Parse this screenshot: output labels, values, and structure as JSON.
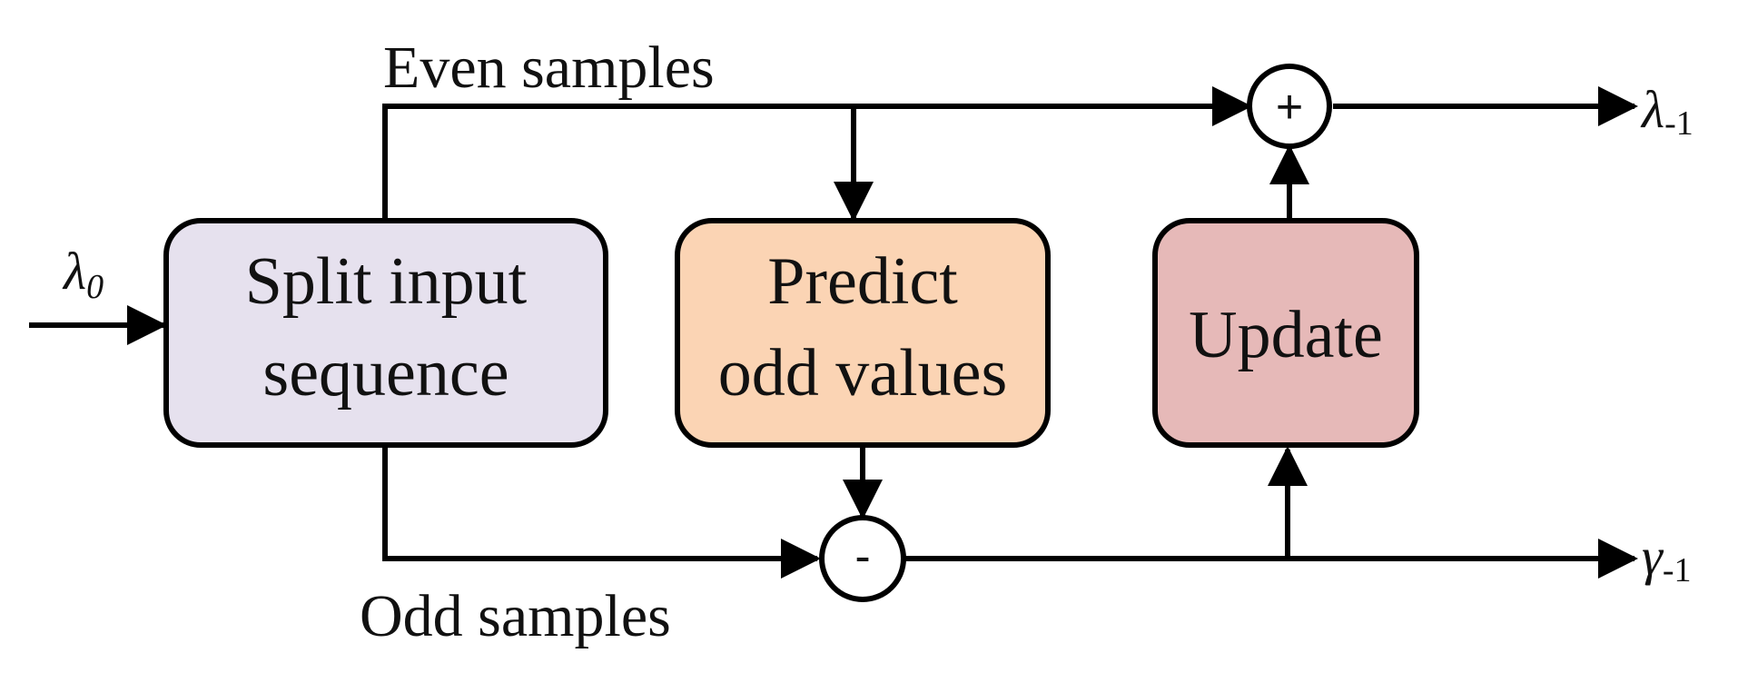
{
  "labels": {
    "even_samples": "Even samples",
    "odd_samples": "Odd samples"
  },
  "blocks": {
    "split": {
      "line1": "Split input",
      "line2": "sequence",
      "color": "#e6e1ee"
    },
    "predict": {
      "line1": "Predict",
      "line2": "odd values",
      "color": "#fbd4b4"
    },
    "update": {
      "label": "Update",
      "color": "#e6b9b8"
    }
  },
  "operators": {
    "add": "+",
    "subtract": "-"
  },
  "signals": {
    "input": {
      "symbol": "λ",
      "subscript": "0"
    },
    "output_lambda": {
      "symbol": "λ",
      "subscript": "-1"
    },
    "output_gamma": {
      "symbol": "γ",
      "subscript": "-1"
    }
  }
}
